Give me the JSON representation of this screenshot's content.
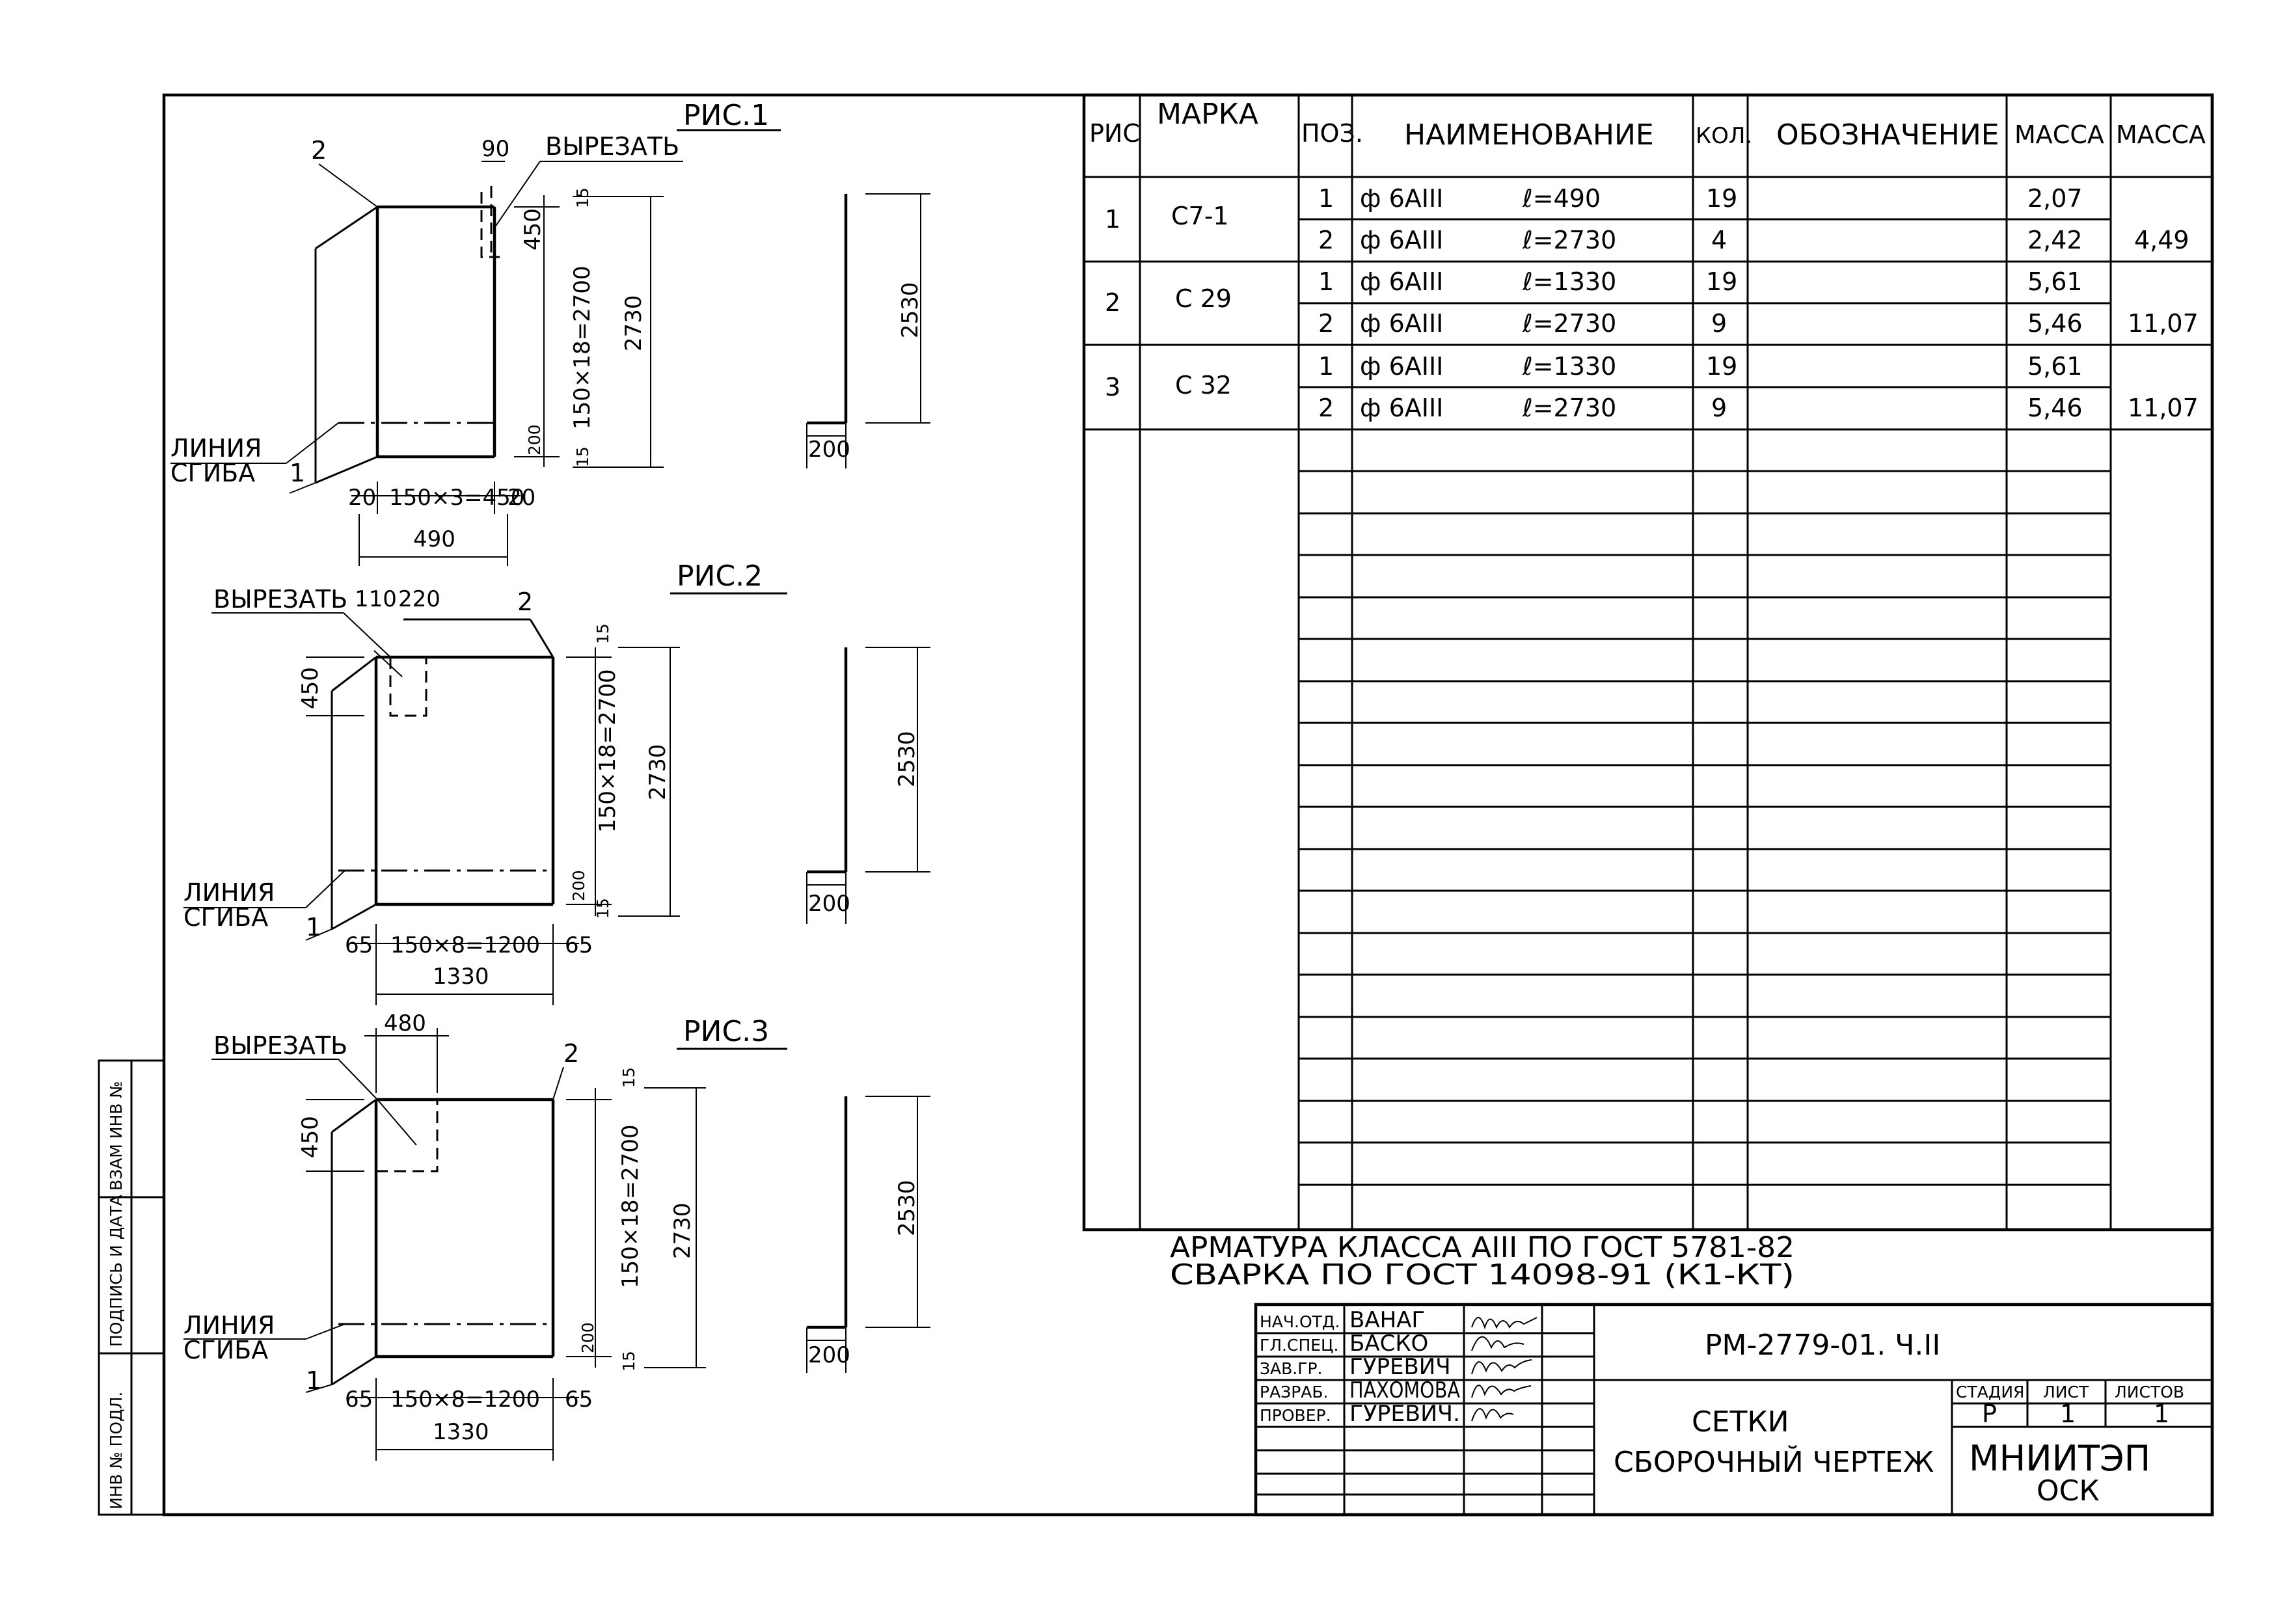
{
  "figures": {
    "fig1": {
      "title": "РИС.1",
      "cut": "ВЫРЕЗАТЬ",
      "bend": [
        "ЛИНИЯ",
        "СГИБА"
      ],
      "pos1": "1",
      "pos2": "2",
      "d90": "90",
      "d15a": "15",
      "d450": "450",
      "d2700": "150×18=2700",
      "d2730": "2730",
      "d200": "200",
      "d15b": "15",
      "d20a": "20",
      "d450w": "150×3=450",
      "d20b": "20",
      "d490": "490",
      "dh": "2530",
      "dfoot": "200"
    },
    "fig2": {
      "title": "РИС.2",
      "cut": "ВЫРЕЗАТЬ",
      "bend": [
        "ЛИНИЯ",
        "СГИБА"
      ],
      "pos1": "1",
      "pos2": "2",
      "d110": "110",
      "d220": "220",
      "d15a": "15",
      "d450": "450",
      "d2700": "150×18=2700",
      "d2730": "2730",
      "d200": "200",
      "d15b": "15",
      "d65a": "65",
      "d1200": "150×8=1200",
      "d65b": "65",
      "d1330": "1330",
      "dh": "2530",
      "dfoot": "200"
    },
    "fig3": {
      "title": "РИС.3",
      "cut": "ВЫРЕЗАТЬ",
      "bend": [
        "ЛИНИЯ",
        "СГИБА"
      ],
      "pos1": "1",
      "pos2": "2",
      "d480": "480",
      "d15a": "15",
      "d450": "450",
      "d2700": "150×18=2700",
      "d2730": "2730",
      "d200": "200",
      "d15b": "15",
      "d65a": "65",
      "d1200": "150×8=1200",
      "d65b": "65",
      "d1330": "1330",
      "dh": "2530",
      "dfoot": "200"
    }
  },
  "spec": {
    "headers": [
      "РИС",
      "МАРКА",
      "ПОЗ.",
      "НАИМЕНОВАНИЕ",
      "КОЛ.",
      "ОБОЗНАЧЕНИЕ",
      "МАССА",
      "МАССА"
    ],
    "groups": [
      {
        "fig": "1",
        "mark": "С7-1",
        "total": "4,49",
        "rows": [
          {
            "pos": "1",
            "name": "ф 6АIII",
            "len": "ℓ=490",
            "qty": "19",
            "mass": "2,07"
          },
          {
            "pos": "2",
            "name": "ф 6АIII",
            "len": "ℓ=2730",
            "qty": "4",
            "mass": "2,42"
          }
        ]
      },
      {
        "fig": "2",
        "mark": "С 29",
        "total": "11,07",
        "rows": [
          {
            "pos": "1",
            "name": "ф 6АIII",
            "len": "ℓ=1330",
            "qty": "19",
            "mass": "5,61"
          },
          {
            "pos": "2",
            "name": "ф 6АIII",
            "len": "ℓ=2730",
            "qty": "9",
            "mass": "5,46"
          }
        ]
      },
      {
        "fig": "3",
        "mark": "С 32",
        "total": "11,07",
        "rows": [
          {
            "pos": "1",
            "name": "ф 6АIII",
            "len": "ℓ=1330",
            "qty": "19",
            "mass": "5,61"
          },
          {
            "pos": "2",
            "name": "ф 6АIII",
            "len": "ℓ=2730",
            "qty": "9",
            "mass": "5,46"
          }
        ]
      }
    ]
  },
  "notes": {
    "line1": "АРМАТУРА КЛАССА АIII ПО ГОСТ 5781-82",
    "line2": "СВАРКА ПО ГОСТ 14098-91 (К1-КТ)"
  },
  "stamp": {
    "doc_code": "РМ-2779-01. Ч.II",
    "title1": "СЕТКИ",
    "title2": "СБОРОЧНЫЙ ЧЕРТЕЖ",
    "stage_label": "СТАДИЯ",
    "sheet_label": "ЛИСТ",
    "sheets_label": "ЛИСТОВ",
    "stage": "Р",
    "sheet": "1",
    "sheets": "1",
    "org": "МНИИТЭП",
    "org_sub": "ОСК",
    "roles": [
      "НАЧ.ОТД.",
      "ГЛ.СПЕЦ.",
      "ЗАВ.ГР.",
      "РАЗРАБ.",
      "ПРОВЕР."
    ],
    "names": [
      "ВАНАГ",
      "БАСКО",
      "ГУРЕВИЧ",
      "ПАХОМОВА",
      "ГУРЕВИЧ."
    ]
  },
  "side_strip": [
    "ИНВ № ПОДЛ.",
    "ПОДПИСЬ И ДАТА",
    "ВЗАМ ИНВ №"
  ]
}
